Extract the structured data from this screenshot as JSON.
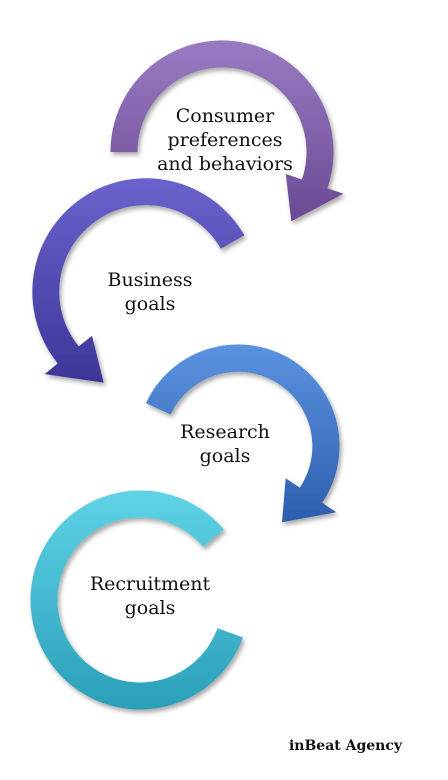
{
  "diagram": {
    "steps": [
      {
        "lines": [
          "Consumer",
          "preferences",
          "and behaviors"
        ],
        "color": "#7e5ba6"
      },
      {
        "lines": [
          "Business",
          "goals"
        ],
        "color": "#4e49b3"
      },
      {
        "lines": [
          "Research",
          "goals"
        ],
        "color": "#3d74cb"
      },
      {
        "lines": [
          "Recruitment",
          "goals"
        ],
        "color": "#37b9d2"
      }
    ]
  },
  "credit": "inBeat Agency"
}
